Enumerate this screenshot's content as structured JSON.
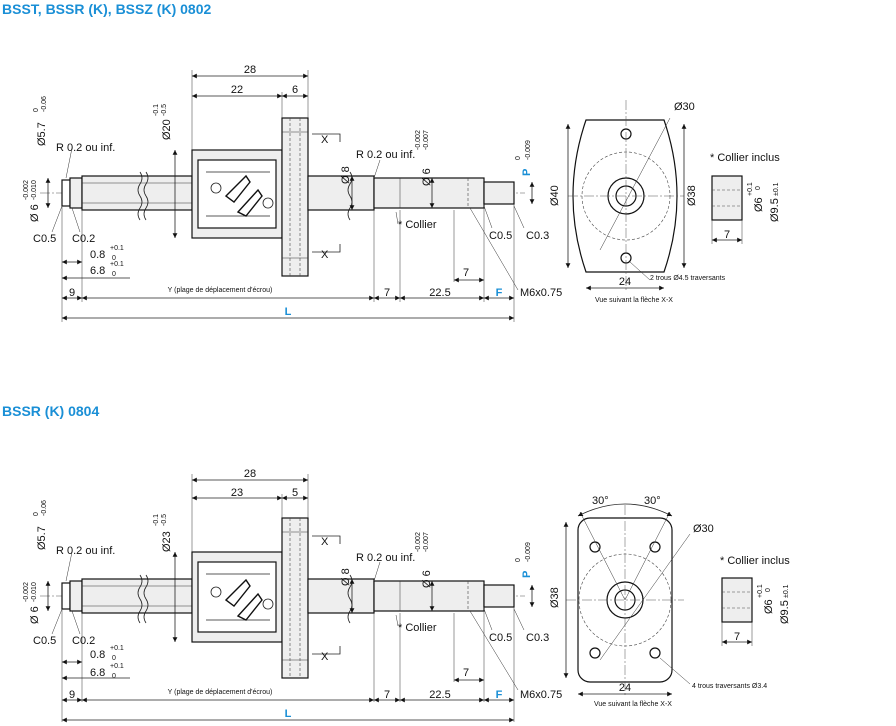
{
  "sections": [
    {
      "title": "BSST, BSSR (K), BSSZ (K) 0802",
      "dims": {
        "nut_length": "28",
        "nut_body": "22",
        "flange": "6",
        "nut_dia_main": "Ø20",
        "nut_dia_tol_top": "-0.1",
        "nut_dia_tol_bot": "-0.5",
        "left_dia_main": "Ø5.7",
        "left_dia_tol_top": "0",
        "left_dia_tol_bot": "-0.06",
        "shaft_end_dia_main": "Ø 6",
        "shaft_end_tol_top": "-0.002",
        "shaft_end_tol_bot": "-0.010",
        "right_dia_main": "Ø 6",
        "right_dia_tol_top": "-0.002",
        "right_dia_tol_bot": "-0.007",
        "screw_dia": "Ø 8",
        "radius_left": "R 0.2 ou inf.",
        "radius_right": "R 0.2 ou inf.",
        "section_mark": "X",
        "collar_note": "* Collier",
        "p_label": "P",
        "p_tol_top": "0",
        "p_tol_bot": "-0.009",
        "c05_left": "C0.5",
        "c02": "C0.2",
        "c05_right": "C0.5",
        "c03": "C0.3",
        "d08": "0.8",
        "d08_tol": "+0.1",
        "d68": "6.8",
        "d68_tol": "+0.1",
        "tol_zero": "0",
        "d7_upper": "7",
        "d9": "9",
        "stroke_label": "Y (plage de déplacement d'écrou)",
        "d7_lower": "7",
        "d22_5": "22.5",
        "f_label": "F",
        "thread": "M6x0.75",
        "l_label": "L"
      },
      "flange_view": {
        "pcd": "Ø30",
        "dia_left": "Ø40",
        "dia_right": "Ø38",
        "width": "24",
        "holes_note": "2 trous Ø4.5 traversants",
        "view_note": "Vue suivant la flèche X-X",
        "angle_a": "",
        "angle_b": ""
      },
      "collar": {
        "title": "* Collier inclus",
        "inner": "Ø6",
        "inner_tol_top": "+0.1",
        "inner_tol_bot": "0",
        "outer": "Ø9.5",
        "outer_tol": "±0.1",
        "length": "7"
      }
    },
    {
      "title": "BSSR (K) 0804",
      "dims": {
        "nut_length": "28",
        "nut_body": "23",
        "flange": "5",
        "nut_dia_main": "Ø23",
        "nut_dia_tol_top": "-0.1",
        "nut_dia_tol_bot": "-0.5",
        "left_dia_main": "Ø5.7",
        "left_dia_tol_top": "0",
        "left_dia_tol_bot": "-0.06",
        "shaft_end_dia_main": "Ø 6",
        "shaft_end_tol_top": "-0.002",
        "shaft_end_tol_bot": "-0.010",
        "right_dia_main": "Ø 6",
        "right_dia_tol_top": "-0.002",
        "right_dia_tol_bot": "-0.007",
        "screw_dia": "Ø 8",
        "radius_left": "R 0.2 ou inf.",
        "radius_right": "R 0.2 ou inf.",
        "section_mark": "X",
        "collar_note": "* Collier",
        "p_label": "P",
        "p_tol_top": "0",
        "p_tol_bot": "-0.009",
        "c05_left": "C0.5",
        "c02": "C0.2",
        "c05_right": "C0.5",
        "c03": "C0.3",
        "d08": "0.8",
        "d08_tol": "+0.1",
        "d68": "6.8",
        "d68_tol": "+0.1",
        "tol_zero": "0",
        "d7_upper": "7",
        "d9": "9",
        "stroke_label": "Y (plage de déplacement d'écrou)",
        "d7_lower": "7",
        "d22_5": "22.5",
        "f_label": "F",
        "thread": "M6x0.75",
        "l_label": "L"
      },
      "flange_view": {
        "pcd": "Ø30",
        "dia_left": "",
        "dia_right": "Ø38",
        "width": "24",
        "holes_note": "4 trous traversants Ø3.4",
        "view_note": "Vue suivant la flèche X-X",
        "angle_a": "30°",
        "angle_b": "30°"
      },
      "collar": {
        "title": "* Collier inclus",
        "inner": "Ø6",
        "inner_tol_top": "+0.1",
        "inner_tol_bot": "0",
        "outer": "Ø9.5",
        "outer_tol": "±0.1",
        "length": "7"
      }
    }
  ]
}
